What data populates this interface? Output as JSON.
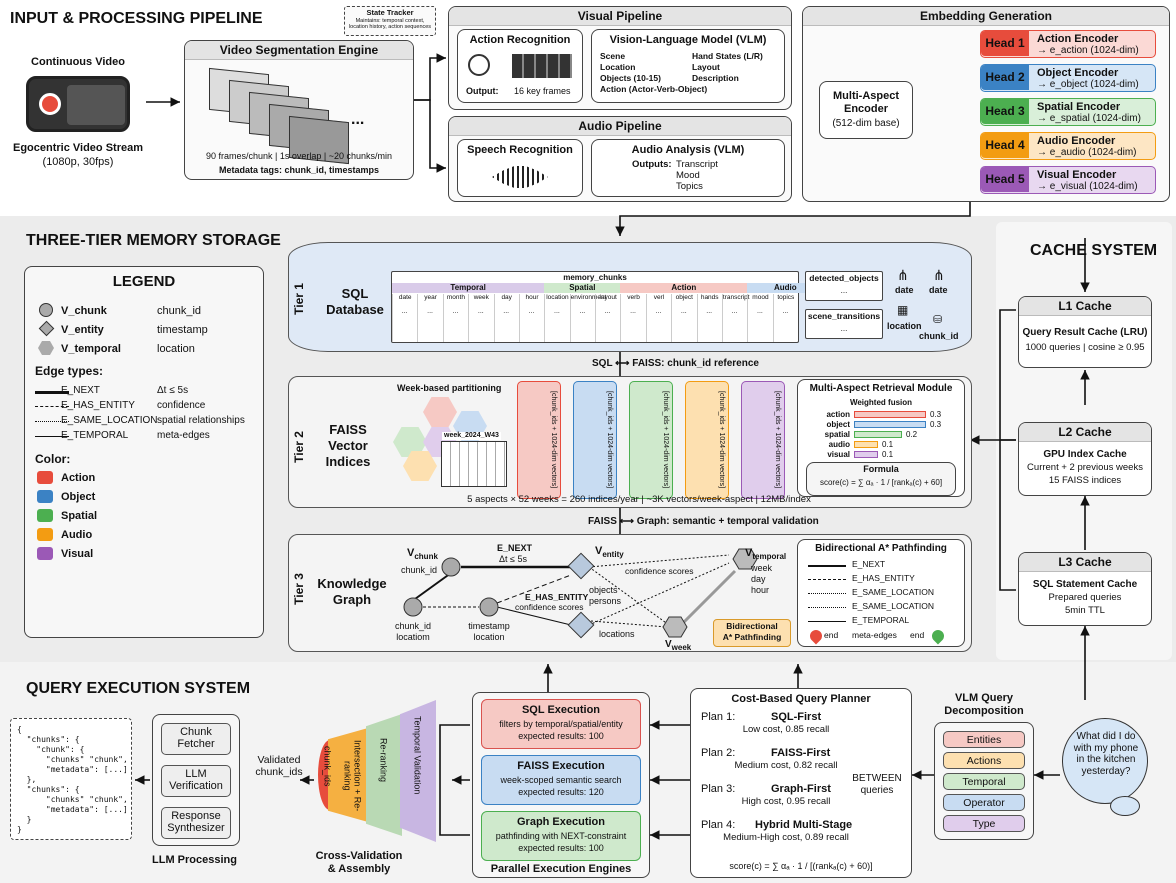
{
  "sections": {
    "input": "INPUT & PROCESSING PIPELINE",
    "memory": "THREE-TIER MEMORY STORAGE",
    "cache": "CACHE SYSTEM",
    "query": "QUERY EXECUTION SYSTEM"
  },
  "video": {
    "title": "Continuous Video",
    "stream": "Egocentric Video Stream",
    "spec": "(1080p, 30fps)"
  },
  "segmentation": {
    "title": "Video Segmentation Engine",
    "stats": "90 frames/chunk | 1s overlap | ~20 chunks/min",
    "meta": "Metadata tags: chunk_id, timestamps",
    "dots": "..."
  },
  "state_tracker": {
    "title": "State Tracker",
    "desc": "Maintains: temporal context, location history, action sequences"
  },
  "visual": {
    "title": "Visual Pipeline",
    "action_title": "Action Recognition",
    "output_label": "Output:",
    "output_value": "16 key frames",
    "vlm_title": "Vision-Language Model (VLM)",
    "vlm_left": [
      "Scene",
      "Location",
      "Objects (10-15)",
      "Action (Actor-Verb-Object)"
    ],
    "vlm_right": [
      "Hand States (L/R)",
      "Layout",
      "Description"
    ]
  },
  "audio": {
    "title": "Audio Pipeline",
    "speech": "Speech Recognition",
    "analysis": "Audio Analysis (VLM)",
    "outputs_label": "Outputs:",
    "outputs": [
      "Transcript",
      "Mood",
      "Topics"
    ]
  },
  "embedding": {
    "title": "Embedding Generation",
    "encoder": [
      "Multi-Aspect",
      "Encoder",
      "(512-dim base)"
    ],
    "heads": [
      {
        "head": "Head 1",
        "name": "Action Encoder",
        "out": "→ e_action (1024-dim)",
        "color": "#e74c3c",
        "bg": "#fbd9d5"
      },
      {
        "head": "Head 2",
        "name": "Object Encoder",
        "out": "→ e_object (1024-dim)",
        "color": "#3b82c4",
        "bg": "#d6e6f6"
      },
      {
        "head": "Head 3",
        "name": "Spatial Encoder",
        "out": "→ e_spatial (1024-dim)",
        "color": "#4caf50",
        "bg": "#d9efd9"
      },
      {
        "head": "Head 4",
        "name": "Audio Encoder",
        "out": "→ e_audio (1024-dim)",
        "color": "#f39c12",
        "bg": "#fde6c4"
      },
      {
        "head": "Head 5",
        "name": "Visual Encoder",
        "out": "→ e_visual (1024-dim)",
        "color": "#9b59b6",
        "bg": "#e8d8f0"
      }
    ]
  },
  "legend": {
    "title": "LEGEND",
    "nodes": [
      {
        "name": "V_chunk",
        "desc": "chunk_id"
      },
      {
        "name": "V_entity",
        "desc": "timestamp"
      },
      {
        "name": "V_temporal",
        "desc": "location"
      }
    ],
    "edge_title": "Edge types:",
    "edges": [
      {
        "name": "E_NEXT",
        "desc": "Δt ≤ 5s"
      },
      {
        "name": "E_HAS_ENTITY",
        "desc": "confidence"
      },
      {
        "name": "E_SAME_LOCATION",
        "desc": "spatial relationships"
      },
      {
        "name": "E_TEMPORAL",
        "desc": "meta-edges"
      }
    ],
    "color_title": "Color:",
    "colors": [
      {
        "name": "Action",
        "hex": "#e74c3c"
      },
      {
        "name": "Object",
        "hex": "#3b82c4"
      },
      {
        "name": "Spatial",
        "hex": "#4caf50"
      },
      {
        "name": "Audio",
        "hex": "#f39c12"
      },
      {
        "name": "Visual",
        "hex": "#9b59b6"
      }
    ]
  },
  "tier1": {
    "label": "Tier 1",
    "name": [
      "SQL",
      "Database"
    ],
    "table": "memory_chunks",
    "groups": [
      "Temporal",
      "Spatial",
      "Action",
      "Audio"
    ],
    "cols": [
      "date",
      "year",
      "month",
      "week",
      "day",
      "hour",
      "location",
      "environment",
      "layout",
      "verb",
      "verl",
      "object",
      "hands",
      "transcript",
      "mood",
      "topics"
    ],
    "side": [
      "detected_objects",
      "scene_transitions"
    ],
    "icons": [
      "date",
      "date",
      "location",
      "chunk_id"
    ],
    "ellipsis": "...",
    "link": "SQL ⟷ FAISS: chunk_id reference"
  },
  "tier2": {
    "label": "Tier 2",
    "name": [
      "FAISS",
      "Vector",
      "Indices"
    ],
    "partition": "Week-based partitioning",
    "week": "week_2024_W43",
    "column_text": "[chunk_ids + 1024-dim vectors]",
    "stats": "5 aspects × 52 weeks = 260 indices/year | ~3K vectors/week-aspect | 12MB/index",
    "retrieval": {
      "title": "Multi-Aspect Retrieval Module",
      "fusion": "Weighted fusion",
      "weights": [
        {
          "name": "action",
          "value": 0.3
        },
        {
          "name": "object",
          "value": 0.3
        },
        {
          "name": "spatial",
          "value": 0.2
        },
        {
          "name": "audio",
          "value": 0.1
        },
        {
          "name": "visual",
          "value": 0.1
        }
      ],
      "formula_title": "Formula",
      "formula": "score(c) = ∑ αₐ · 1 / [rankₐ(c) + 60]"
    },
    "link": "FAISS ⟷ Graph: semantic + temporal validation"
  },
  "tier3": {
    "label": "Tier 3",
    "name": [
      "Knowledge",
      "Graph"
    ],
    "nodes": {
      "vchunk": "V",
      "vchunk_sub": "chunk",
      "chunk_id": "chunk_id",
      "chunk_loc": [
        "chunk_id",
        "locatiom"
      ],
      "ts_loc": [
        "timestamp",
        "location"
      ],
      "ventity": "V",
      "ventity_sub": "entity",
      "objects": [
        "objects",
        "persons"
      ],
      "locations": "locations",
      "vtemporal": "V",
      "vtemporal_sub": "temporal",
      "vt_items": [
        "week",
        "day",
        "hour"
      ],
      "vweek": "V",
      "vweek_sub": "week"
    },
    "edges": {
      "enext": "E_NEXT",
      "dt": "Δt ≤ 5s",
      "has_entity": "E_HAS_ENTITY",
      "conf": "confidence scores",
      "conf2": "confidence scores"
    },
    "astar_badge": [
      "Bidirectional",
      "A* Pathfinding"
    ],
    "astar": {
      "title": "Bidirectional A* Pathfinding",
      "items": [
        "E_NEXT",
        "E_HAS_ENTITY",
        "E_SAME_LOCATION",
        "E_SAME_LOCATION",
        "E_TEMPORAL"
      ],
      "start": "end",
      "meta": "meta-edges",
      "end": "end"
    }
  },
  "cache": {
    "l1": {
      "title": "L1 Cache",
      "name": "Query Result Cache (LRU)",
      "desc": "1000 queries | cosine ≥ 0.95"
    },
    "l2": {
      "title": "L2 Cache",
      "name": "GPU Index Cache",
      "desc": [
        "Current + 2 previous weeks",
        "15 FAISS indices"
      ]
    },
    "l3": {
      "title": "L3 Cache",
      "name": "SQL Statement Cache",
      "desc": [
        "Prepared queries",
        "5min TTL"
      ]
    }
  },
  "query": {
    "json_text": [
      "{",
      "  \"chunks\": {",
      "    \"chunk\": {",
      "      \"chunks\" \"chunk\",",
      "      \"metadata\": [...]",
      "  },",
      "  \"chunks\": {",
      "      \"chunks\" \"chunk\",",
      "      \"metadata\": [...]",
      "  }",
      "}"
    ],
    "llm": {
      "items": [
        "Chunk Fetcher",
        "LLM Verification",
        "Response Synthesizer"
      ],
      "title": "LLM Processing"
    },
    "validated": [
      "Validated",
      "chunk_ids"
    ],
    "funnel": {
      "layers": [
        "chunk_ids",
        "Intersection + Re-ranking",
        "Re-ranking",
        "Temporal Validation"
      ],
      "title": [
        "Cross-Validation",
        "& Assembly"
      ]
    },
    "engines": {
      "title": "Parallel Execution Engines",
      "items": [
        {
          "name": "SQL Execution",
          "d1": "filters by temporal/spatial/entity",
          "d2": "expected results: 100",
          "bg": "#f6c9c4",
          "bd": "#d9534f"
        },
        {
          "name": "FAISS Execution",
          "d1": "week-scoped semantic search",
          "d2": "expected results: 120",
          "bg": "#c8dcf2",
          "bd": "#3b82c4"
        },
        {
          "name": "Graph Execution",
          "d1": "pathfinding with NEXT-constraint",
          "d2": "expected results: 100",
          "bg": "#cfe9cc",
          "bd": "#4caf50"
        }
      ]
    },
    "planner": {
      "title": "Cost-Based Query Planner",
      "plans": [
        {
          "label": "Plan 1:",
          "name": "SQL-First",
          "cost": "Low cost, 0.85 recall"
        },
        {
          "label": "Plan 2:",
          "name": "FAISS-First",
          "cost": "Medium cost, 0.82 recall"
        },
        {
          "label": "Plan 3:",
          "name": "Graph-First",
          "cost": "High cost, 0.95 recall"
        },
        {
          "label": "Plan 4:",
          "name": "Hybrid Multi-Stage",
          "cost": "Medium-High cost, 0.89 recall"
        }
      ],
      "between": [
        "BETWEEN",
        "queries"
      ],
      "formula": "score(c) = ∑ αₐ · 1 / [(rankₐ(c) + 60)]"
    },
    "decomp": {
      "title": [
        "VLM Query",
        "Decomposition"
      ],
      "items": [
        {
          "name": "Entities",
          "bg": "#f6c9c4"
        },
        {
          "name": "Actions",
          "bg": "#fde0b0"
        },
        {
          "name": "Temporal",
          "bg": "#cfe9cc"
        },
        {
          "name": "Operator",
          "bg": "#c8dcf2"
        },
        {
          "name": "Type",
          "bg": "#e0cdec"
        }
      ]
    },
    "user_query": "What did I do with my phone in the kitchen yesterday?"
  }
}
